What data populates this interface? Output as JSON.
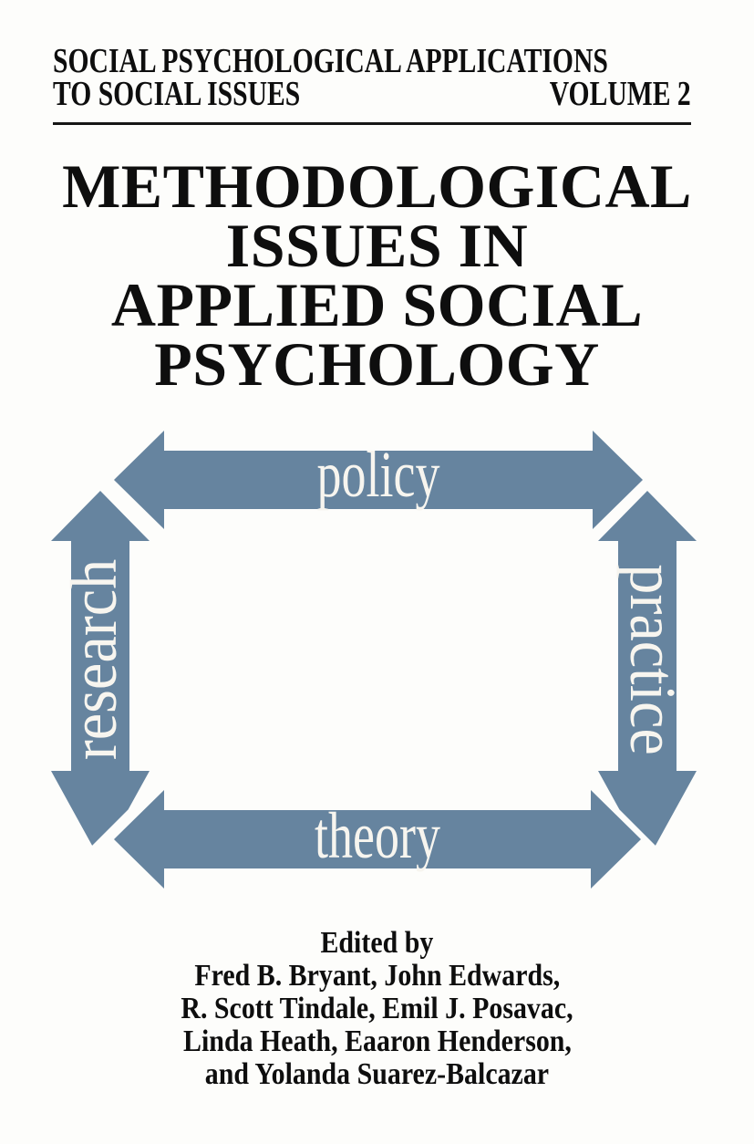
{
  "series_header": {
    "line1": "SOCIAL PSYCHOLOGICAL APPLICATIONS",
    "line2_left": "TO SOCIAL ISSUES",
    "line2_right": "VOLUME 2"
  },
  "title": {
    "lines": {
      "0": "METHODOLOGICAL",
      "1": "ISSUES IN",
      "2": "APPLIED SOCIAL",
      "3": "PSYCHOLOGY"
    }
  },
  "diagram": {
    "top_label": "policy",
    "right_label": "practice",
    "bottom_label": "theory",
    "left_label": "research",
    "arrow_color": "#66849f",
    "label_color": "#f7f5ef"
  },
  "editors": {
    "heading": "Edited by",
    "lines": {
      "0": "Fred B. Bryant, John Edwards,",
      "1": "R. Scott Tindale, Emil J. Posavac,",
      "2": "Linda Heath, Eaaron Henderson,",
      "3": "and Yolanda Suarez-Balcazar"
    }
  }
}
